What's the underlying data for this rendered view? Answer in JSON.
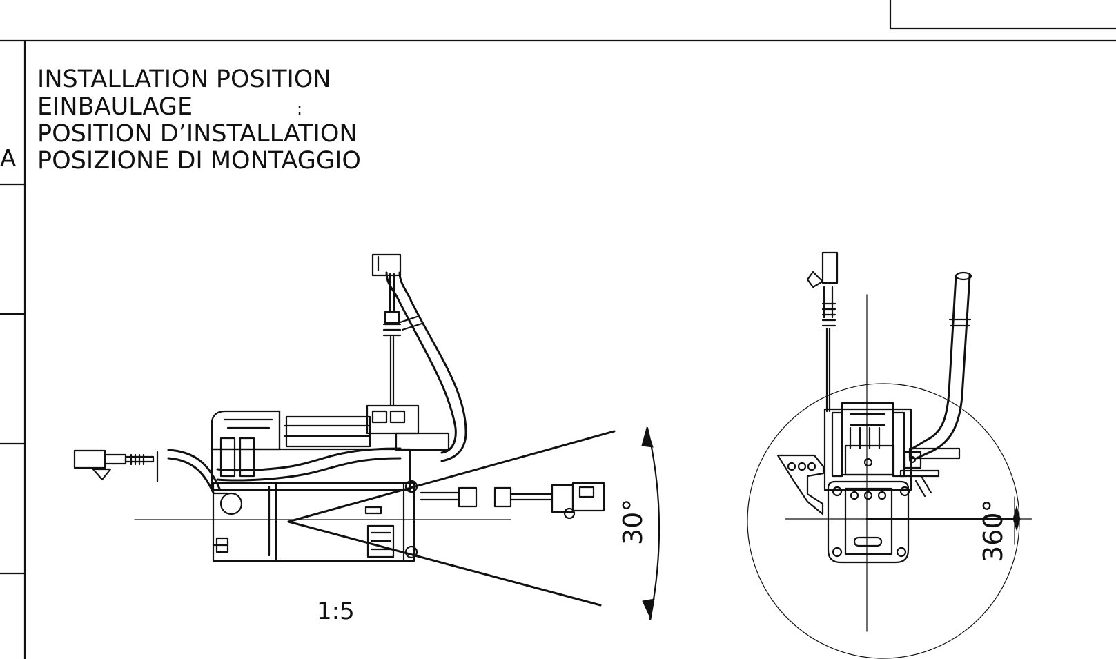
{
  "drawing": {
    "title_lines": [
      "INSTALLATION POSITION",
      "EINBAULAGE",
      "POSITION D’INSTALLATION",
      "POSIZIONE DI MONTAGGIO"
    ],
    "title_marker": ":",
    "margin_zone_letter": "A",
    "scale_label": "1:5",
    "tilt_angle_label": "30°",
    "rotation_angle_label": "360°"
  },
  "colors": {
    "line": "#111111",
    "background": "#ffffff"
  }
}
